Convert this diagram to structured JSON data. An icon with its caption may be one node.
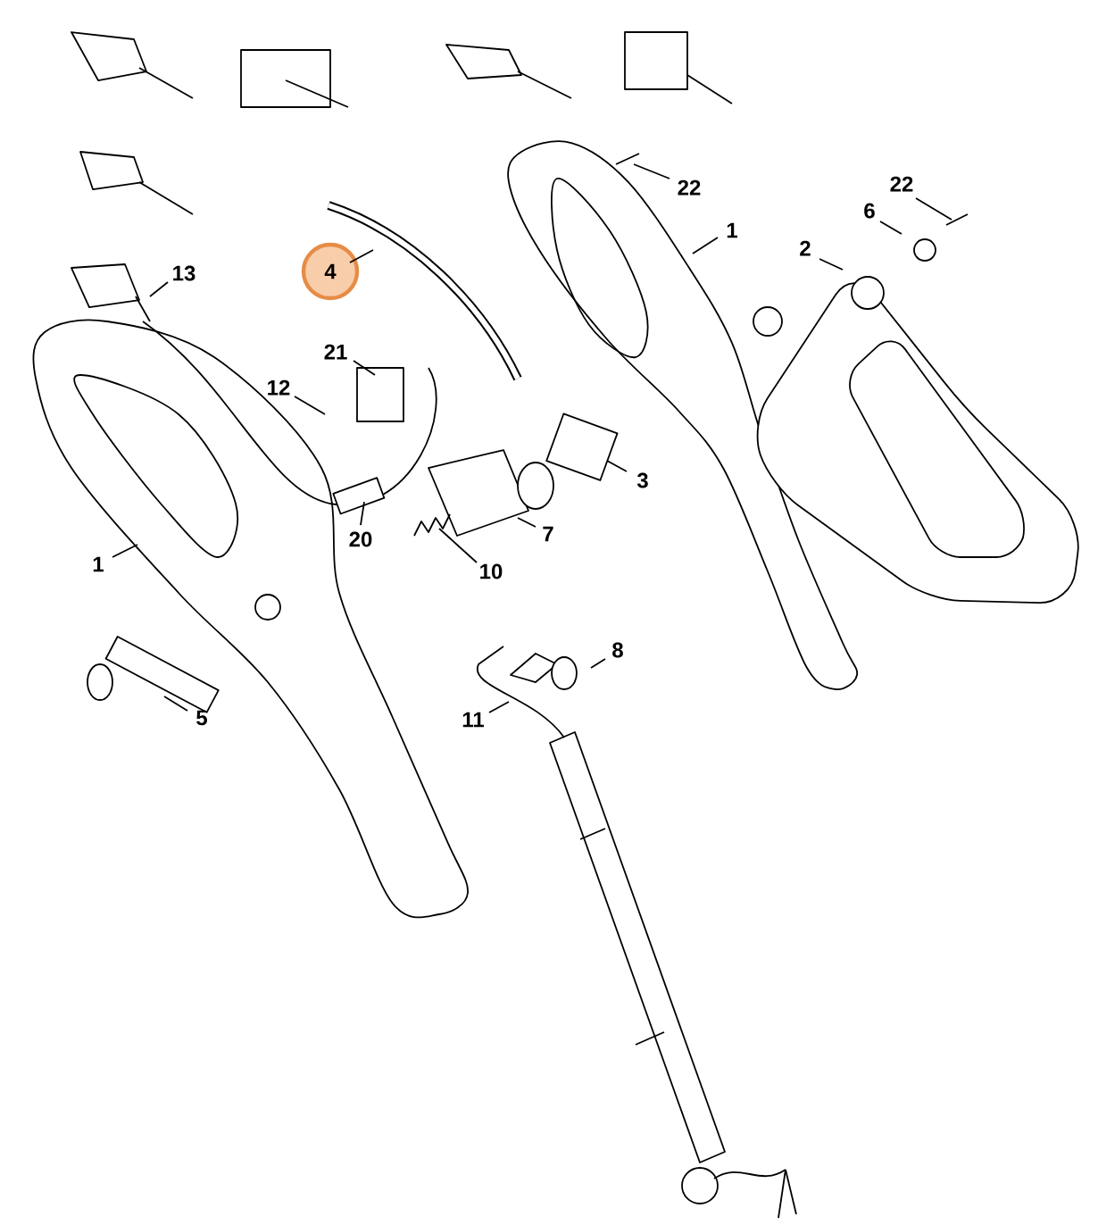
{
  "diagram": {
    "nodes": [
      {
        "text": [
          "22"
        ]
      },
      {
        "text": [
          "22"
        ]
      },
      {
        "text": [
          "1"
        ]
      },
      {
        "text": [
          "6"
        ]
      },
      {
        "text": [
          "2"
        ]
      },
      {
        "text": [
          "4"
        ]
      },
      {
        "text": [
          "13"
        ]
      },
      {
        "text": [
          "21"
        ]
      },
      {
        "text": [
          "12"
        ]
      },
      {
        "text": [
          "3"
        ]
      },
      {
        "text": [
          "20"
        ]
      },
      {
        "text": [
          "7"
        ]
      },
      {
        "text": [
          "10"
        ]
      },
      {
        "text": [
          "1"
        ]
      },
      {
        "text": [
          "5"
        ]
      },
      {
        "text": [
          "8"
        ]
      },
      {
        "text": [
          "11"
        ]
      }
    ],
    "edges": [
      {
        "from": 0,
        "to": null,
        "arrow": "none"
      },
      {
        "from": 1,
        "to": null,
        "arrow": "none"
      },
      {
        "from": 2,
        "to": null,
        "arrow": "none"
      },
      {
        "from": 3,
        "to": null,
        "arrow": "none"
      },
      {
        "from": 4,
        "to": null,
        "arrow": "none"
      },
      {
        "from": 5,
        "to": null,
        "arrow": "none"
      },
      {
        "from": 6,
        "to": null,
        "arrow": "none"
      },
      {
        "from": 7,
        "to": null,
        "arrow": "none"
      },
      {
        "from": 8,
        "to": null,
        "arrow": "none"
      },
      {
        "from": 9,
        "to": null,
        "arrow": "none"
      },
      {
        "from": 10,
        "to": null,
        "arrow": "none"
      },
      {
        "from": 11,
        "to": null,
        "arrow": "none"
      },
      {
        "from": 12,
        "to": null,
        "arrow": "none"
      },
      {
        "from": 13,
        "to": null,
        "arrow": "none"
      },
      {
        "from": 14,
        "to": null,
        "arrow": "none"
      },
      {
        "from": 15,
        "to": null,
        "arrow": "none"
      },
      {
        "from": 16,
        "to": null,
        "arrow": "none"
      }
    ]
  }
}
